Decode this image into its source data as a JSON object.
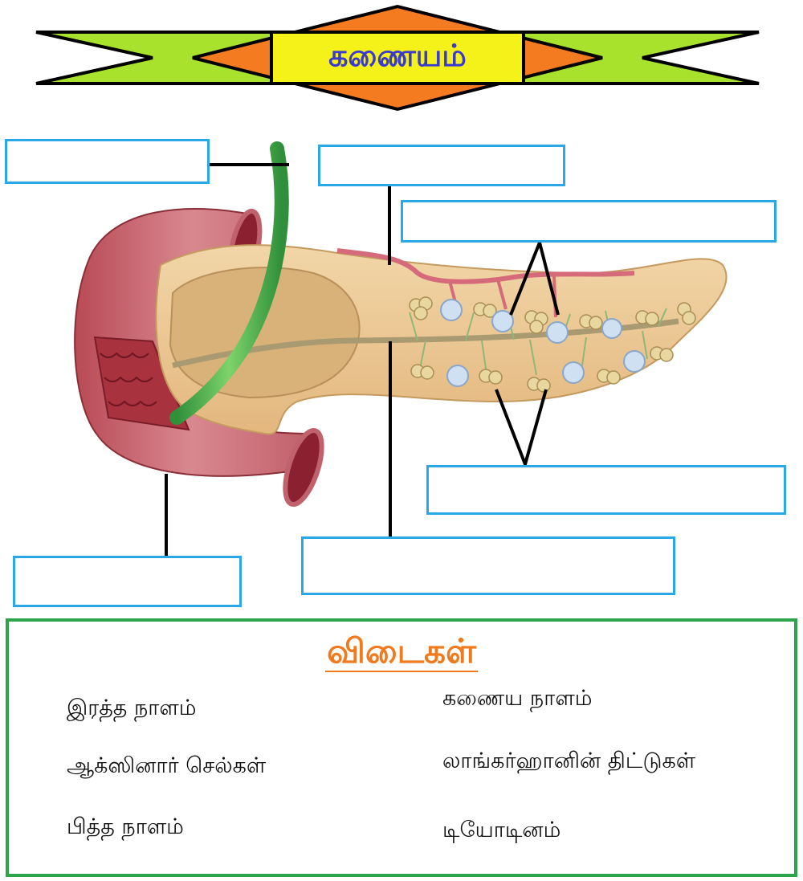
{
  "title": "கணையம்",
  "label_boxes": [
    "",
    "",
    "",
    "",
    "",
    "",
    ""
  ],
  "answers": {
    "heading": "விடைகள்",
    "left": [
      "இரத்த நாளம்",
      "ஆக்ஸினார்  செல்கள்",
      "பித்த நாளம்"
    ],
    "right": [
      "கணைய நாளம்",
      "லாங்கர்ஹானின் திட்டுகள்",
      "டியோடினம்"
    ]
  },
  "colors": {
    "banner_green": "#a8e22c",
    "banner_orange": "#f47b20",
    "title_yellow": "#f5f21a",
    "box_border": "#2aa7e6",
    "panel_border": "#2ea44a",
    "heading_orange": "#f07a1e"
  }
}
